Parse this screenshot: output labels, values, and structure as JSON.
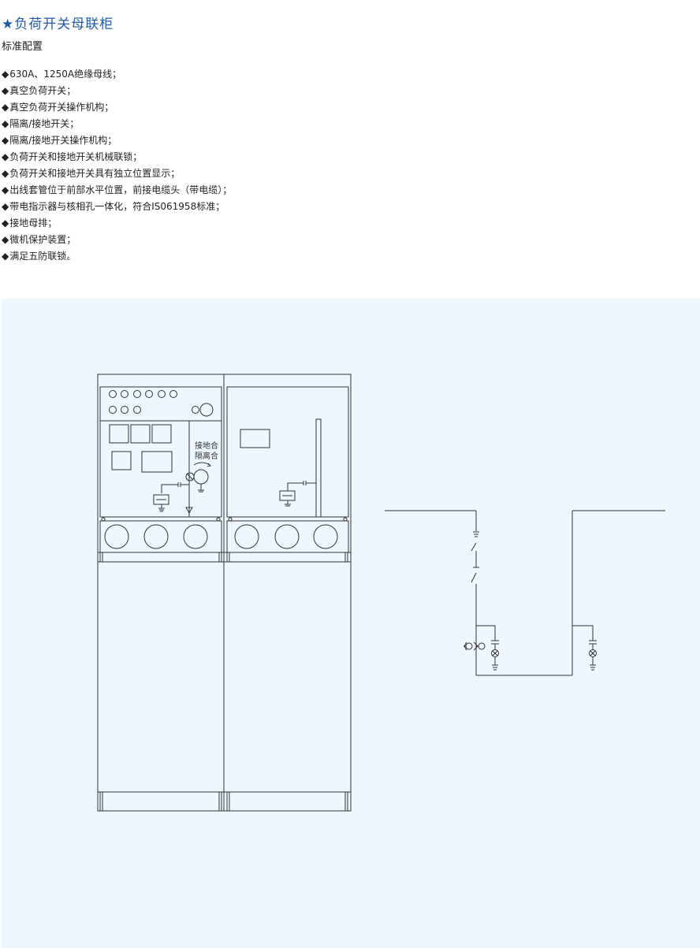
{
  "title": "★负荷开关母联柜",
  "subtitle": "标准配置",
  "bullet": "◆",
  "config_items": [
    "630A、1250A绝缘母线；",
    "真空负荷开关；",
    "真空负荷开关操作机构；",
    "隔离/接地开关；",
    "隔离/接地开关操作机构；",
    "负荷开关和接地开关机械联锁；",
    "负荷开关和接地开关具有独立位置显示；",
    "出线套管位于前部水平位置，前接电缆头（带电缆）；",
    "带电指示器与核相孔一体化，符合IS061958标准；",
    "接地母排；",
    "微机保护装置；",
    "满足五防联锁。"
  ],
  "diagram": {
    "label_earth": "接地合",
    "label_isolate": "隔离合"
  },
  "colors": {
    "title": "#1f5aa8",
    "panel_bg": "#eef7fd",
    "line": "#333333"
  }
}
